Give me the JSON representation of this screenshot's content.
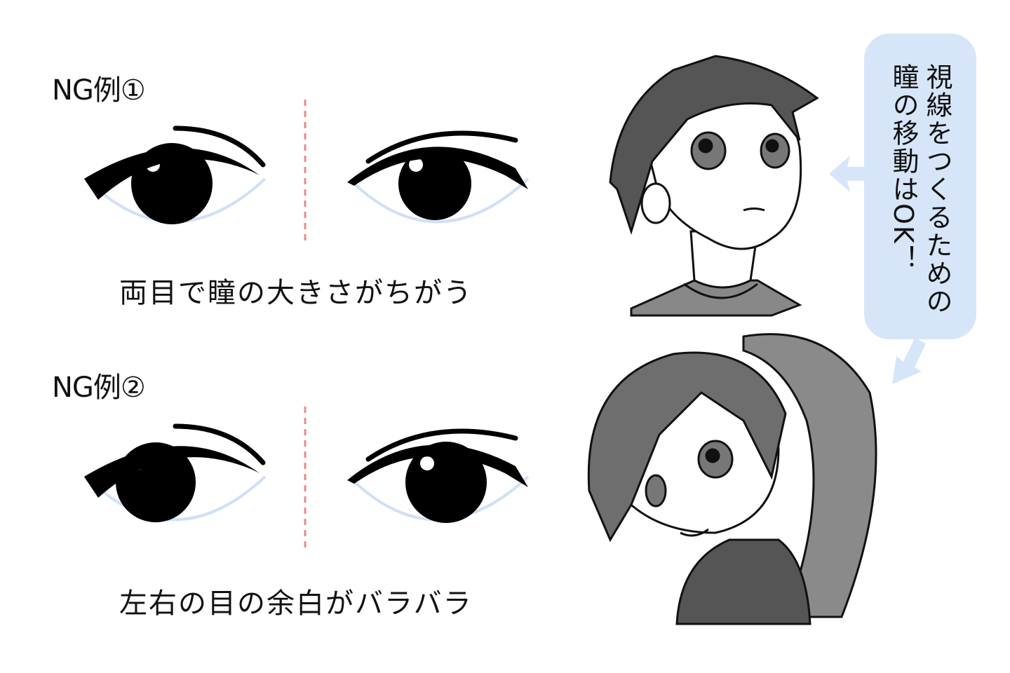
{
  "examples": [
    {
      "label": "NG例①",
      "caption": "両目で瞳の大きさがちがう"
    },
    {
      "label": "NG例②",
      "caption": "左右の目の余白がバラバラ"
    }
  ],
  "bubble": {
    "line1": "視線をつくるための",
    "line2": "瞳の移動はOK！"
  },
  "colors": {
    "bubble": "#d6e6f8",
    "divider": "#e98a8a",
    "lower_lid": "#cfe0f6",
    "ink": "#000000",
    "hair": "#6e6e6e"
  }
}
